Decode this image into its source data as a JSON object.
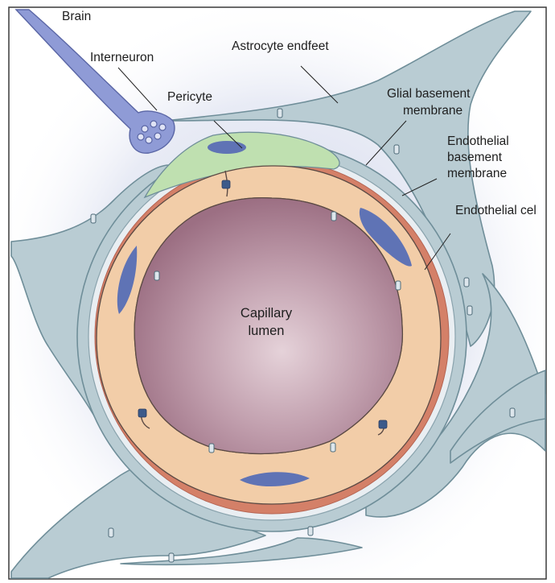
{
  "labels": {
    "brain": "Brain",
    "interneuron": "Interneuron",
    "astrocyte_endfeet": "Astrocyte endfeet",
    "pericyte": "Pericyte",
    "glial_bm_line1": "Glial basement",
    "glial_bm_line2": "membrane",
    "endo_bm_line1": "Endothelial",
    "endo_bm_line2": "basement",
    "endo_bm_line3": "membrane",
    "endothelial_cell": "Endothelial cel",
    "lumen_line1": "Capillary",
    "lumen_line2": "lumen"
  },
  "colors": {
    "astrocyte": "#b9ccd3",
    "astrocyte_edge": "#6f8e99",
    "interneuron": "#8f9bd6",
    "pericyte": "#bfe0b0",
    "nucleus": "#5f73b5",
    "endothelial": "#f2cda8",
    "endothelial_edge": "#5b4a44",
    "basement_membrane": "#d48068",
    "lumen": "#a57a8d",
    "junction": "#dde6ec"
  },
  "icons": {
    "tight_junction": "tight-junction-icon",
    "gap_junction": "gap-junction-icon"
  }
}
